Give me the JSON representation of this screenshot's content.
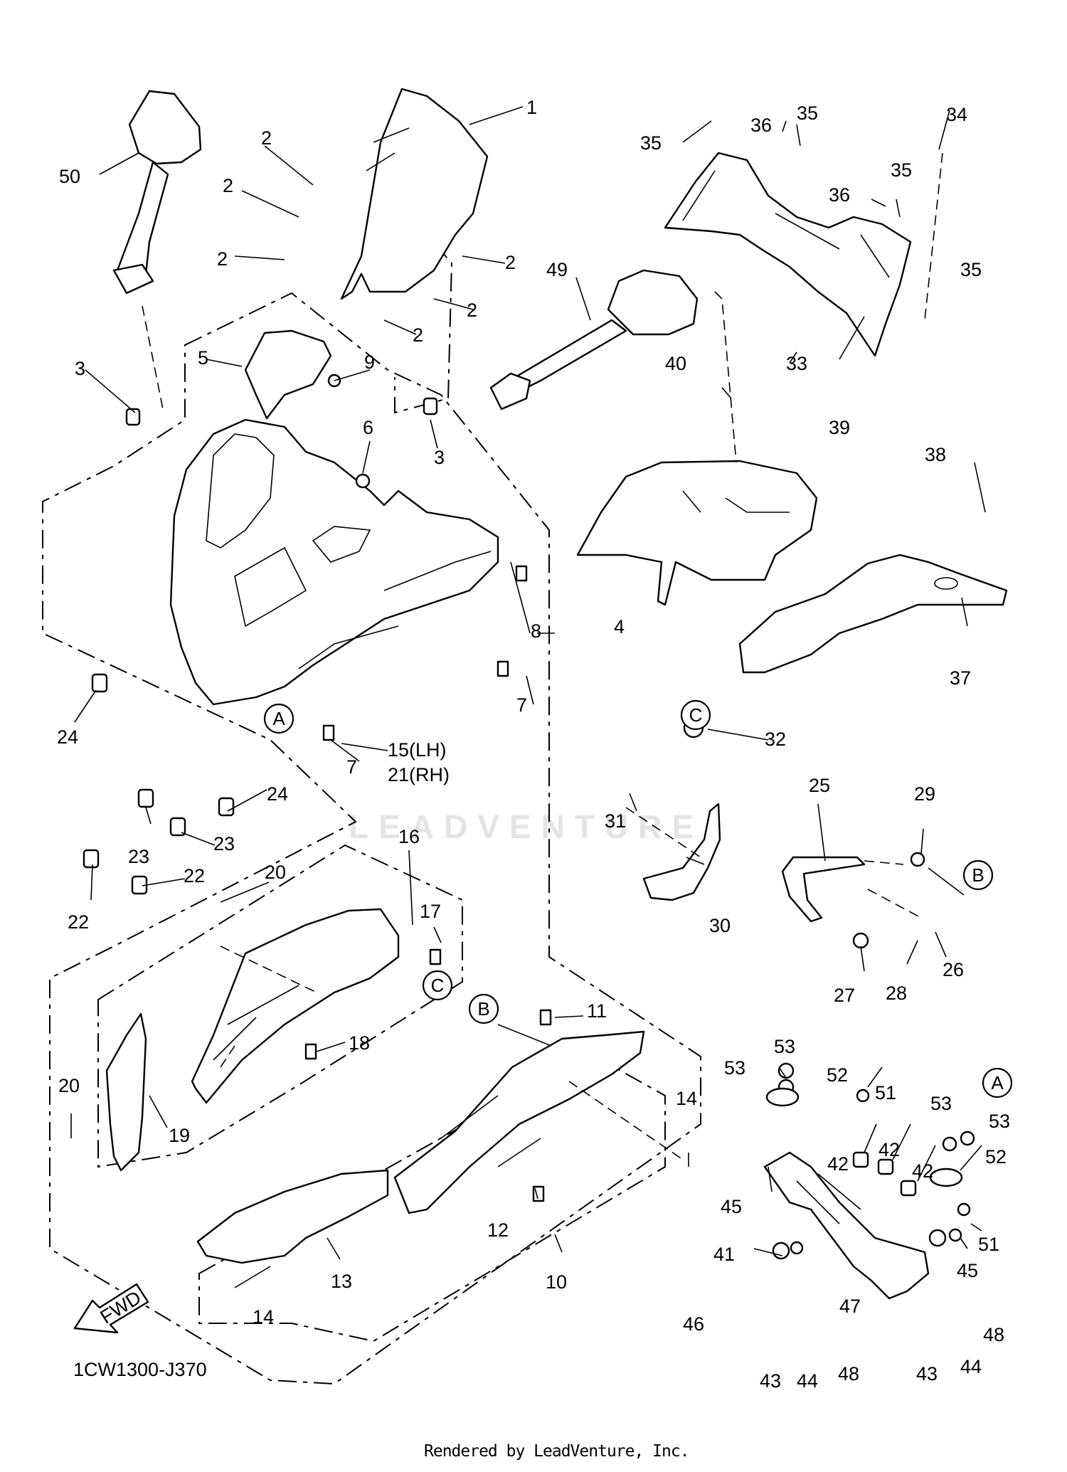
{
  "diagram_code": "1CW1300-J370",
  "footer_text": "Rendered by LeadVenture, Inc.",
  "watermark_text": "LEADVENTURE",
  "fwd_label": "FWD",
  "callouts": {
    "A": "A",
    "B": "B",
    "C": "C"
  },
  "labels": {
    "p1": "1",
    "p2a": "2",
    "p2b": "2",
    "p2c": "2",
    "p2d": "2",
    "p2e": "2",
    "p2f": "2",
    "p3a": "3",
    "p3b": "3",
    "p4": "4",
    "p5": "5",
    "p6": "6",
    "p7a": "7",
    "p7b": "7",
    "p8": "8",
    "p9": "9",
    "p10": "10",
    "p11": "11",
    "p12": "12",
    "p13": "13",
    "p14a": "14",
    "p14b": "14",
    "p15": "15(LH)",
    "p21rh": "21(RH)",
    "p16": "16",
    "p17": "17",
    "p18": "18",
    "p19": "19",
    "p20a": "20",
    "p20b": "20",
    "p22a": "22",
    "p22b": "22",
    "p23a": "23",
    "p23b": "23",
    "p24a": "24",
    "p24b": "24",
    "p25": "25",
    "p26": "26",
    "p27": "27",
    "p28": "28",
    "p29": "29",
    "p30": "30",
    "p31": "31",
    "p32": "32",
    "p33": "33",
    "p34": "34",
    "p35a": "35",
    "p35b": "35",
    "p35c": "35",
    "p35d": "35",
    "p36a": "36",
    "p36b": "36",
    "p37": "37",
    "p38": "38",
    "p39": "39",
    "p40": "40",
    "p41": "41",
    "p42a": "42",
    "p42b": "42",
    "p42c": "42",
    "p43a": "43",
    "p43b": "43",
    "p44a": "44",
    "p44b": "44",
    "p45a": "45",
    "p45b": "45",
    "p46": "46",
    "p47": "47",
    "p48a": "48",
    "p48b": "48",
    "p49": "49",
    "p50": "50",
    "p51a": "51",
    "p51b": "51",
    "p52a": "52",
    "p52b": "52",
    "p53a": "53",
    "p53b": "53",
    "p53c": "53",
    "p53d": "53"
  }
}
